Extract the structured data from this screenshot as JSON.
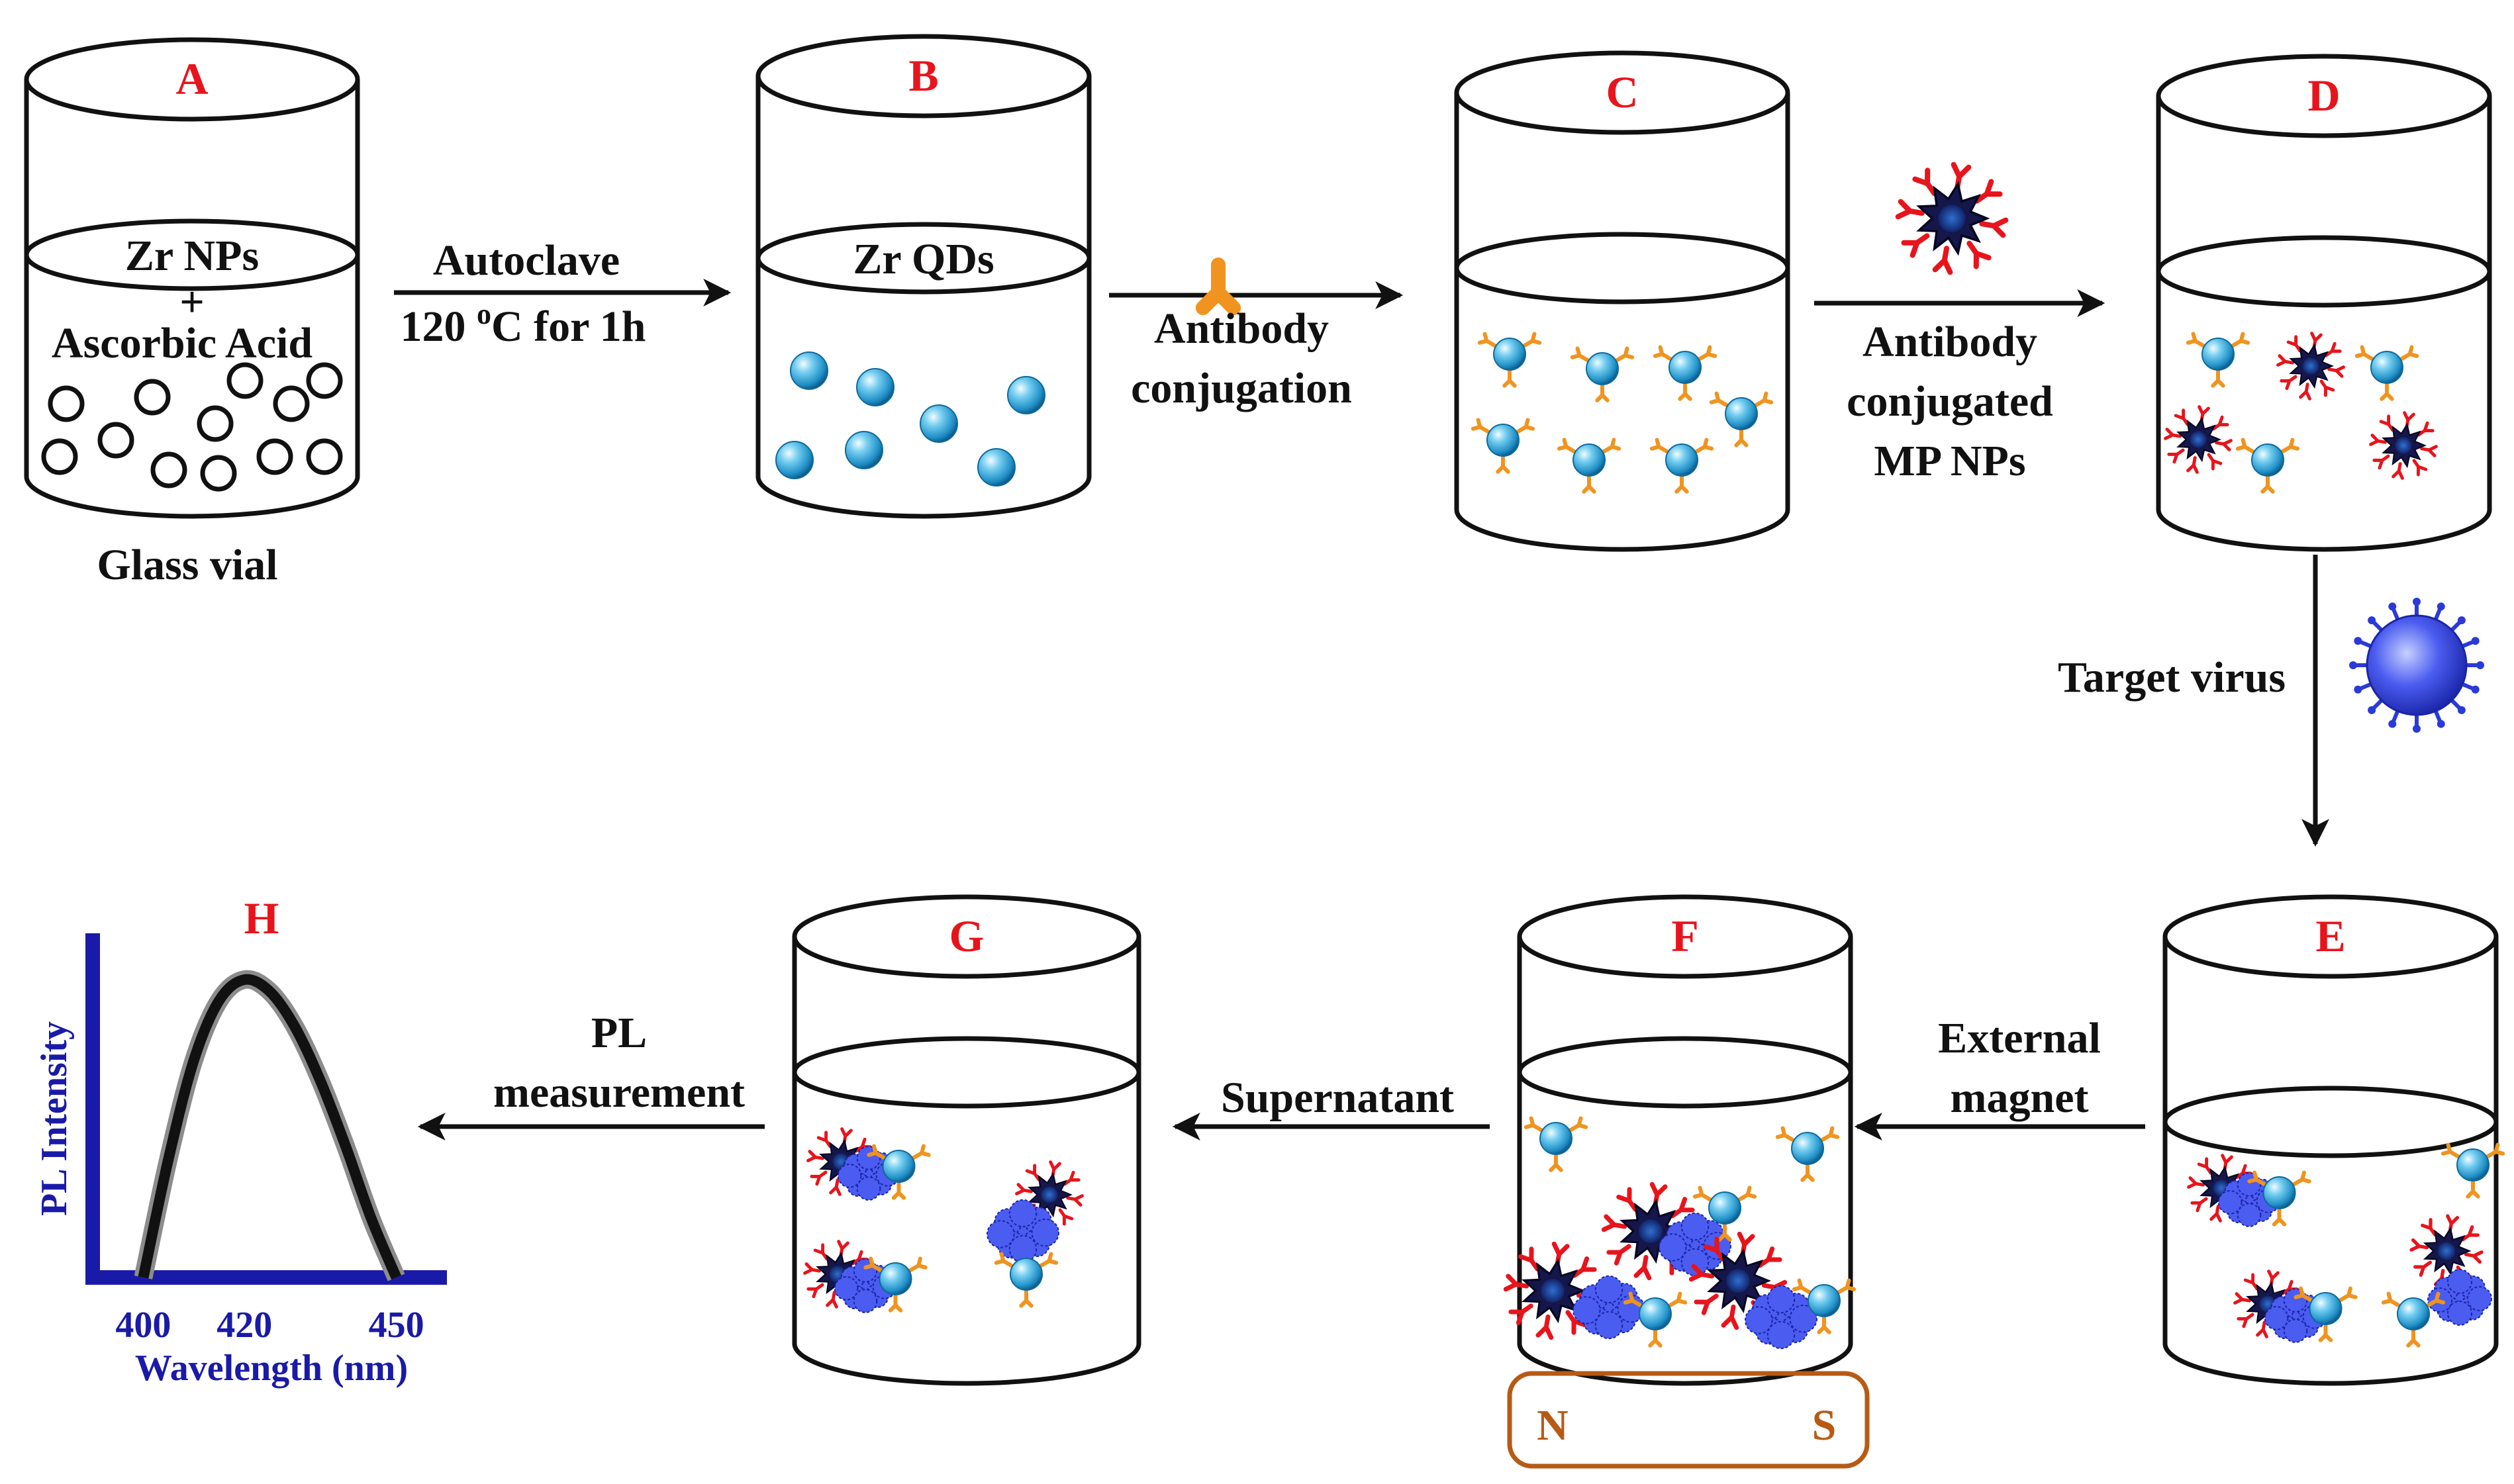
{
  "colors": {
    "letter": "#e8141c",
    "arrow": "#111111",
    "qd_ball": "#2aa6d6",
    "antibody": "#f0941f",
    "mp_core": "#18206e",
    "mp_spike": "#e8141c",
    "virus": "#2a3ad8",
    "axis": "#1a1aa8",
    "magnet": "#b85a14"
  },
  "icons": [
    "glass-vial-icon",
    "qd-particle-icon",
    "antibody-icon",
    "mp-nanoparticle-icon",
    "virus-icon",
    "magnet-icon",
    "pl-curve-icon"
  ],
  "containers": [
    {
      "letter": "A",
      "text_in_liquid": "Zr NPs",
      "plus": "+",
      "text_below_surface": "Ascorbic Acid",
      "caption": "Glass vial"
    },
    {
      "letter": "B",
      "text_in_liquid": "Zr QDs"
    },
    {
      "letter": "C"
    },
    {
      "letter": "D"
    },
    {
      "letter": "E"
    },
    {
      "letter": "F"
    },
    {
      "letter": "G"
    }
  ],
  "steps": {
    "autoclave": {
      "line1": "Autoclave",
      "line2": "120 ",
      "line2_sup": "o",
      "line2_end": "C for 1h"
    },
    "antibody": {
      "line1": "Antibody",
      "line2": "conjugation"
    },
    "mpnp": {
      "line1": "Antibody",
      "line2": "conjugated",
      "line3": "MP NPs"
    },
    "virus": {
      "line1": "Target virus"
    },
    "magnet": {
      "line1": "External",
      "line2": "magnet"
    },
    "supernatant": {
      "line1": "Supernatant"
    },
    "pl": {
      "line1": "PL",
      "line2": "measurement"
    }
  },
  "magnet": {
    "north": "N",
    "south": "S"
  },
  "chart_data": {
    "type": "line",
    "title": "H",
    "xlabel": "Wavelength (nm)",
    "ylabel": "PL Intensity",
    "x_ticks": [
      "400",
      "420",
      "450"
    ],
    "xlim": [
      390,
      460
    ],
    "x": [
      400,
      405,
      410,
      415,
      420,
      425,
      430,
      435,
      440,
      445,
      450
    ],
    "y": [
      0.0,
      0.4,
      0.73,
      0.93,
      1.0,
      0.96,
      0.84,
      0.66,
      0.44,
      0.2,
      0.0
    ],
    "grid": false,
    "legend": "none"
  }
}
